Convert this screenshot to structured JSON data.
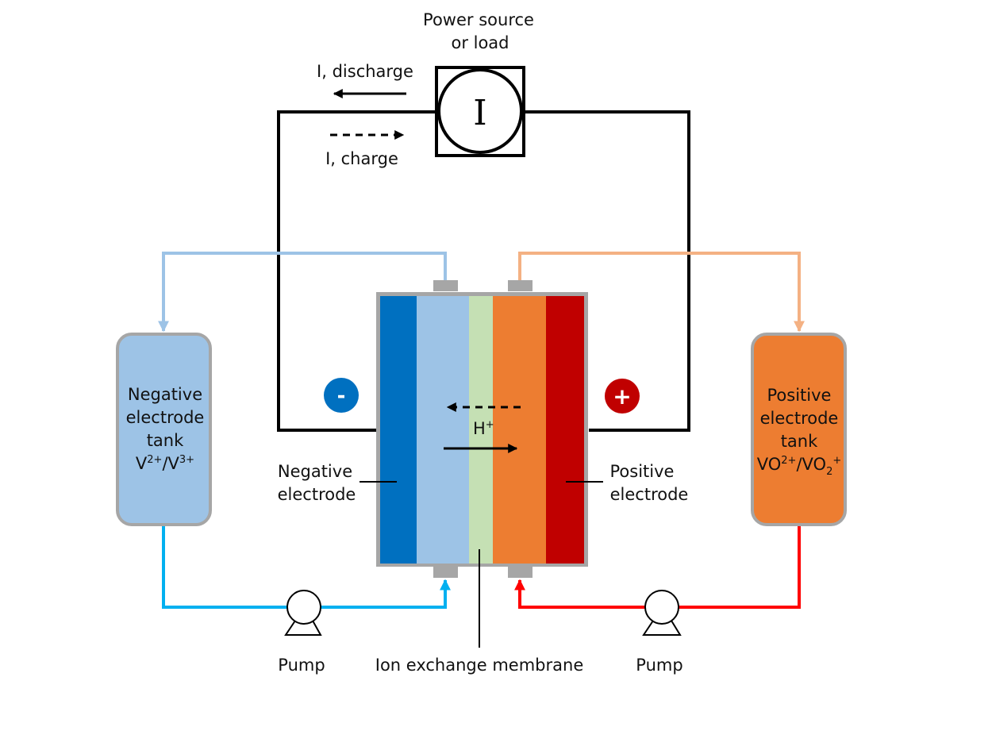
{
  "power_source": {
    "line1": "Power source",
    "line2": "or load",
    "symbol": "I"
  },
  "current": {
    "discharge": "I, discharge",
    "charge": "I, charge"
  },
  "negative_tank": {
    "line1": "Negative",
    "line2": "electrode",
    "line3": "tank",
    "species": {
      "a": "V",
      "a_sup": "2+",
      "sep": "/V",
      "b_sup": "3+"
    }
  },
  "positive_tank": {
    "line1": "Positive",
    "line2": "electrode",
    "line3": "tank",
    "species": {
      "a": "VO",
      "a_sup": "2+",
      "sep": "/VO",
      "b_sub": "2",
      "b_sup": "+"
    }
  },
  "negative_electrode": {
    "line1": "Negative",
    "line2": "electrode"
  },
  "positive_electrode": {
    "line1": "Positive",
    "line2": "electrode"
  },
  "ion": {
    "base": "H",
    "sup": "+"
  },
  "terminals": {
    "negative": "-",
    "positive": "+"
  },
  "pump_left": "Pump",
  "pump_right": "Pump",
  "membrane": "Ion exchange membrane",
  "colors": {
    "negative_electrode": "#0070C0",
    "negative_electrolyte": "#9DC3E6",
    "membrane": "#C5E0B4",
    "positive_electrolyte": "#ED7D31",
    "positive_electrode": "#C00000",
    "frame": "#A6A6A6",
    "pipe_neg_return": "#9DC3E6",
    "pipe_neg_feed": "#00B0F0",
    "pipe_pos_return": "#F4B183",
    "pipe_pos_feed": "#FF0000"
  }
}
